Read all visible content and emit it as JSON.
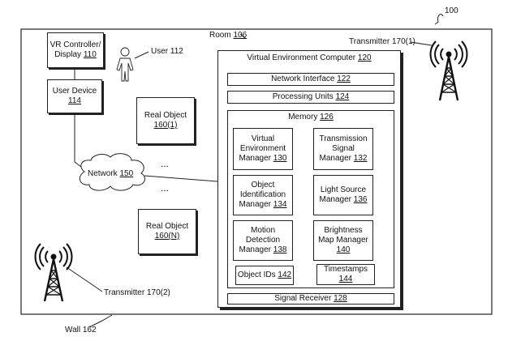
{
  "figure_ref": "100",
  "room": {
    "text": "Room",
    "num": "106"
  },
  "wall": {
    "text": "Wall",
    "num": "162"
  },
  "vr_controller": {
    "line1": "VR Controller/",
    "line2": "Display",
    "num": "110"
  },
  "user": {
    "text": "User",
    "num": "112"
  },
  "user_device": {
    "line1": "User Device",
    "num": "114"
  },
  "real_object_1": {
    "line1": "Real Object",
    "num": "160(1)"
  },
  "real_object_n": {
    "line1": "Real Object",
    "num": "160(N)"
  },
  "ellipsis": "...",
  "network": {
    "text": "Network",
    "num": "150"
  },
  "transmitter_1": {
    "text": "Transmitter",
    "num": "170(1)"
  },
  "transmitter_2": {
    "text": "Transmitter",
    "num": "170(2)"
  },
  "vec": {
    "title": "Virtual Environment Computer",
    "num": "120"
  },
  "network_interface": {
    "text": "Network Interface",
    "num": "122"
  },
  "processing_units": {
    "text": "Processing Units",
    "num": "124"
  },
  "memory": {
    "text": "Memory",
    "num": "126"
  },
  "vem": {
    "line1": "Virtual",
    "line2": "Environment",
    "line3": "Manager",
    "num": "130"
  },
  "tsm": {
    "line1": "Transmission",
    "line2": "Signal",
    "line3": "Manager",
    "num": "132"
  },
  "oim": {
    "line1": "Object",
    "line2": "Identification",
    "line3": "Manager",
    "num": "134"
  },
  "lsm": {
    "line1": "Light Source",
    "line2": "Manager",
    "num": "136"
  },
  "mdm": {
    "line1": "Motion",
    "line2": "Detection",
    "line3": "Manager",
    "num": "138"
  },
  "bmm": {
    "line1": "Brightness",
    "line2": "Map Manager",
    "num": "140"
  },
  "object_ids": {
    "text": "Object IDs",
    "num": "142"
  },
  "timestamps": {
    "line1": "Timestamps",
    "num": "144"
  },
  "signal_receiver": {
    "text": "Signal Receiver",
    "num": "128"
  }
}
